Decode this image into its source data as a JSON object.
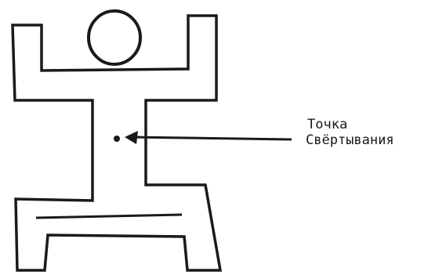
{
  "annotation": {
    "line1": "Точка",
    "line2": "Свёртывания"
  },
  "icons": {
    "figure": "stick-figure-outline",
    "point": "dot-icon",
    "arrow": "arrow-left-icon"
  },
  "colors": {
    "ink": "#1a1a1a",
    "background": "#ffffff"
  }
}
